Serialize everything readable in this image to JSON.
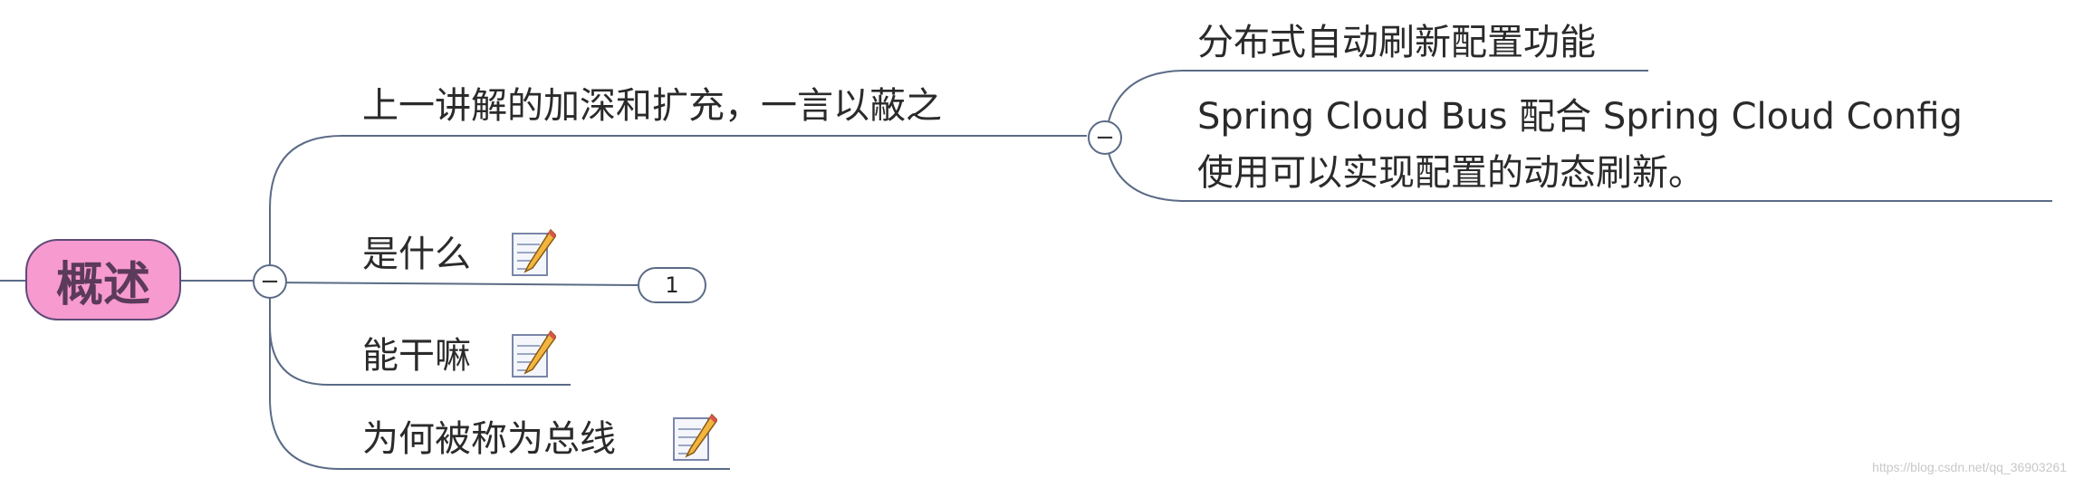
{
  "mindmap": {
    "root": {
      "label": "概述"
    },
    "branches": [
      {
        "label": "上一讲解的加深和扩充，一言以蔽之",
        "collapse_symbol": "−",
        "children": [
          {
            "label": "分布式自动刷新配置功能"
          },
          {
            "line1": "Spring Cloud Bus 配合 Spring Cloud Config",
            "line2": "使用可以实现配置的动态刷新。"
          }
        ]
      },
      {
        "label": "是什么",
        "note_icon": "notepad-pencil-icon",
        "collapsed_count": "1"
      },
      {
        "label": "能干嘛",
        "note_icon": "notepad-pencil-icon"
      },
      {
        "label": "为何被称为总线",
        "note_icon": "notepad-pencil-icon"
      }
    ],
    "root_collapse_symbol": "−"
  },
  "watermark": "https://blog.csdn.net/qq_36903261",
  "colors": {
    "root_fill": "#f79ad0",
    "root_border": "#5f4a78",
    "line": "#5b6b86"
  }
}
